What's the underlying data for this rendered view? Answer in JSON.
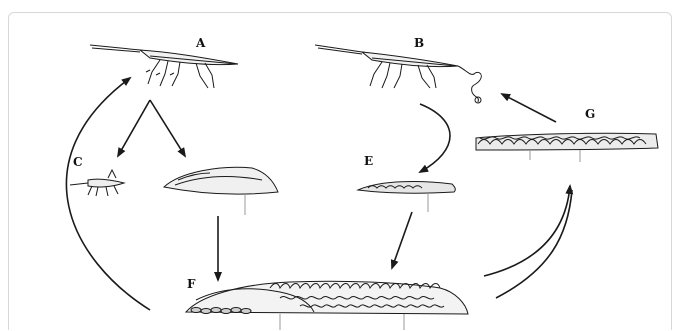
{
  "figure": {
    "labels": {
      "A": "A",
      "B": "B",
      "C": "C",
      "E": "E",
      "F": "F",
      "G": "G"
    },
    "colors": {
      "ink": "#1a1a1a",
      "frame": "#d8d8d8",
      "shade": "#9a9a9a"
    }
  }
}
